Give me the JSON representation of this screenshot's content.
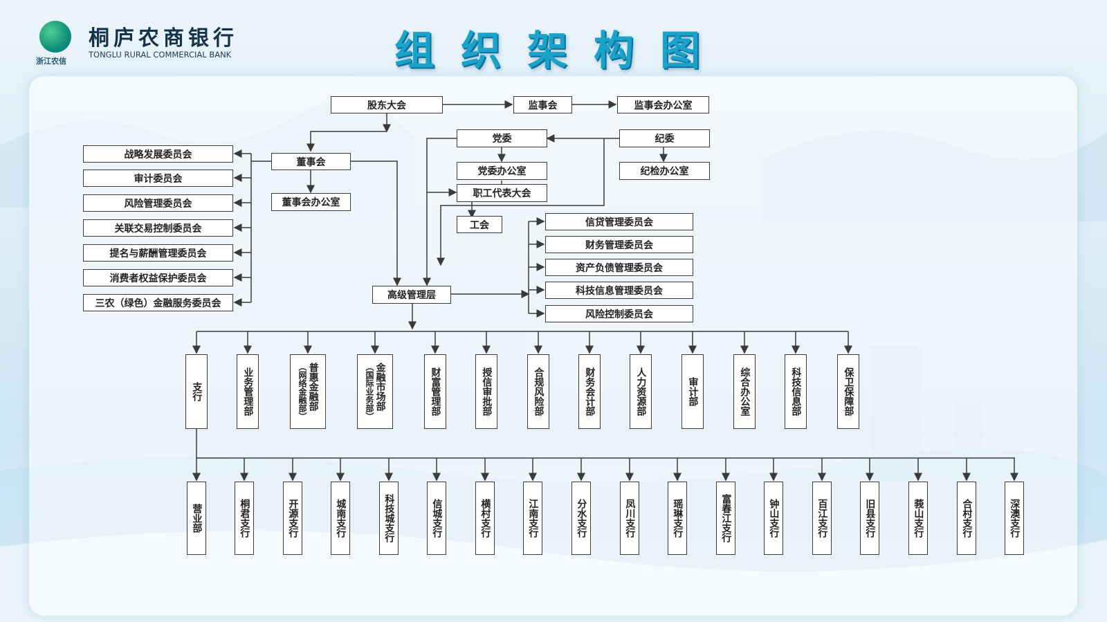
{
  "header": {
    "logo_sub": "浙江农信",
    "bank_name_cn": "桐庐农商银行",
    "bank_name_en": "TONGLU RURAL COMMERCIAL BANK",
    "title": "组织架构图"
  },
  "nodes": {
    "shareholders": "股东大会",
    "supervisory_board": "监事会",
    "supervisory_office": "监事会办公室",
    "party_committee": "党委",
    "discipline_committee": "纪委",
    "party_office": "党委办公室",
    "discipline_office": "纪检办公室",
    "board": "董事会",
    "board_office": "董事会办公室",
    "workers_congress": "职工代表大会",
    "union": "工会",
    "senior_management": "高级管理层"
  },
  "board_committees": [
    "战略发展委员会",
    "审计委员会",
    "风险管理委员会",
    "关联交易控制委员会",
    "提名与薪酬管理委员会",
    "消费者权益保护委员会",
    "三农（绿色）金融服务委员会"
  ],
  "management_committees": [
    "信贷管理委员会",
    "财务管理委员会",
    "资产负债管理委员会",
    "科技信息管理委员会",
    "风险控制委员会"
  ],
  "departments": [
    {
      "main": "支行",
      "sub": ""
    },
    {
      "main": "业务管理部",
      "sub": ""
    },
    {
      "main": "普惠金融部",
      "sub": "（网络金融部）"
    },
    {
      "main": "金融市场部",
      "sub": "（国际业务部）"
    },
    {
      "main": "财富管理部",
      "sub": ""
    },
    {
      "main": "授信审批部",
      "sub": ""
    },
    {
      "main": "合规风险部",
      "sub": ""
    },
    {
      "main": "财务会计部",
      "sub": ""
    },
    {
      "main": "人力资源部",
      "sub": ""
    },
    {
      "main": "审计部",
      "sub": ""
    },
    {
      "main": "综合办公室",
      "sub": ""
    },
    {
      "main": "科技信息部",
      "sub": ""
    },
    {
      "main": "保卫保障部",
      "sub": ""
    }
  ],
  "branches": [
    "营业部",
    "桐君支行",
    "开源支行",
    "城南支行",
    "科技城支行",
    "信城支行",
    "横村支行",
    "江南支行",
    "分水支行",
    "凤川支行",
    "瑶琳支行",
    "富春江支行",
    "钟山支行",
    "百江支行",
    "旧县支行",
    "莪山支行",
    "合村支行",
    "深澳支行"
  ],
  "colors": {
    "title": "#1aa3c8",
    "line": "#3a3a3a",
    "background": "#dcedf7"
  }
}
